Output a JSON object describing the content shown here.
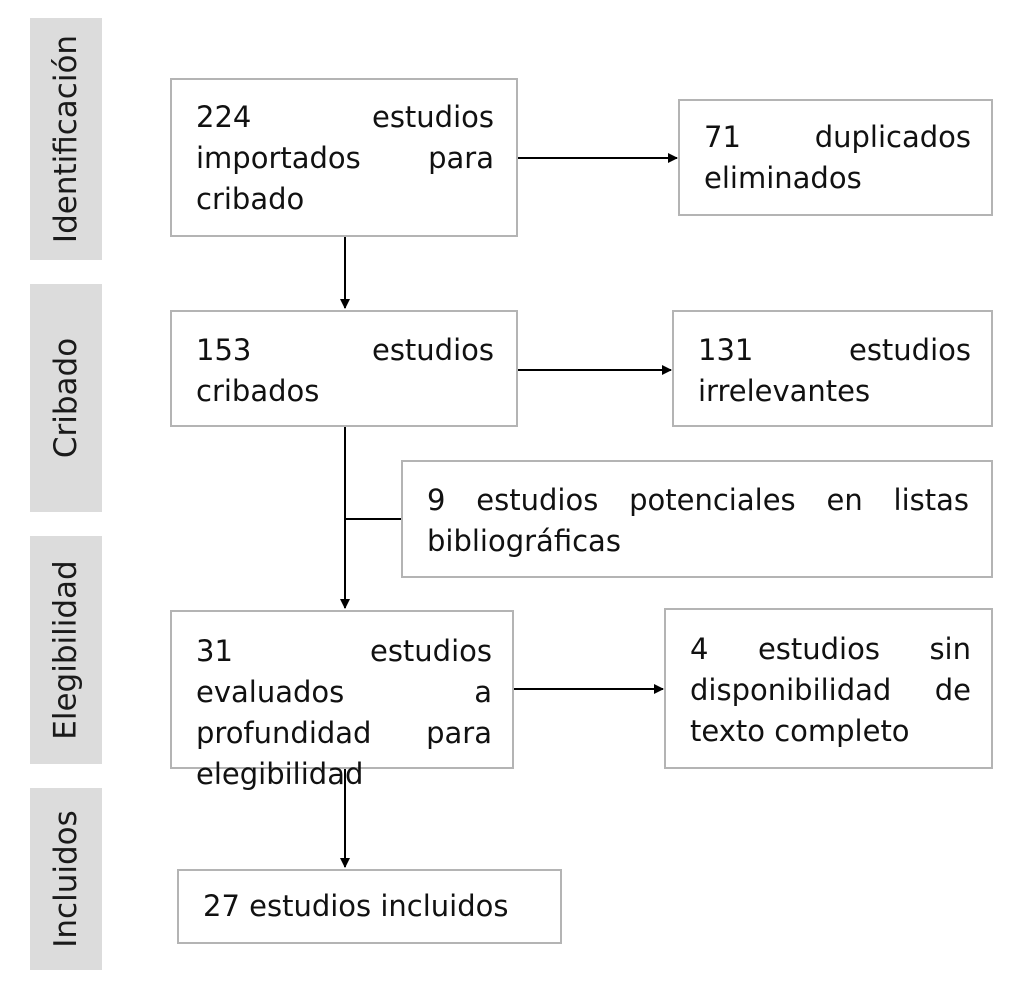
{
  "stages": {
    "identificacion": "Identificación",
    "cribado": "Cribado",
    "elegibilidad": "Elegibilidad",
    "incluidos": "Incluidos"
  },
  "boxes": {
    "importados": "224 estudios importados para cribado",
    "duplicados": "71 duplicados eliminados",
    "cribados": "153 estudios cribados",
    "irrelevantes": "131 estudios irrelevantes",
    "potenciales": "9 estudios potenciales en listas bibliográficas",
    "evaluados": "31 estudios evaluados a profundidad para elegibilidad",
    "sin_texto": "4 estudios sin disponibilidad de texto completo",
    "incluidos": "27 estudios incluidos"
  },
  "colors": {
    "stage_bg": "#dcdcdc",
    "box_border": "#b4b4b4",
    "arrow": "#000000"
  }
}
